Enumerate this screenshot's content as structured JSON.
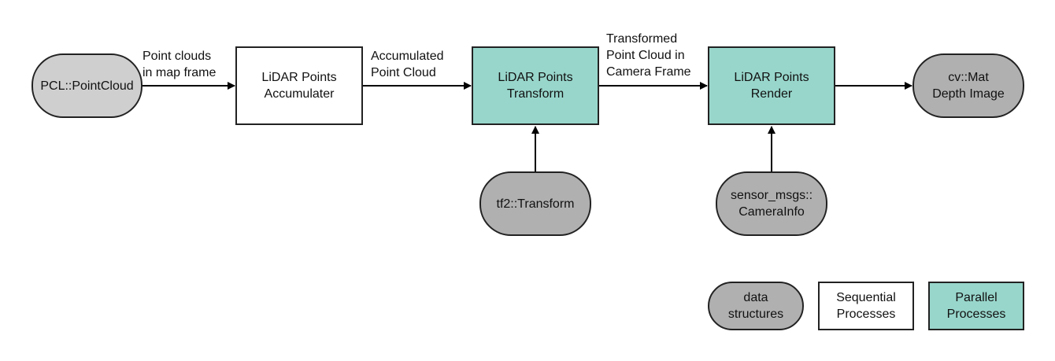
{
  "colors": {
    "data_light": "#cfcfcf",
    "data_dark": "#b0b0b0",
    "sequential": "#ffffff",
    "parallel": "#98d6cb",
    "line": "#000000"
  },
  "nodes": {
    "pcl": "PCL::PointCloud",
    "accumulater": "LiDAR Points\nAccumulater",
    "transform": "LiDAR Points\nTransform",
    "render": "LiDAR Points\nRender",
    "depth": "cv::Mat\nDepth Image",
    "tf2": "tf2::Transform",
    "camerainfo": "sensor_msgs::\nCameraInfo"
  },
  "edges": {
    "pcl_to_acc": "Point clouds\nin map frame",
    "acc_to_transform": "Accumulated\nPoint Cloud",
    "transform_to_render": "Transformed\nPoint Cloud in\nCamera Frame"
  },
  "legend": {
    "data": "data\nstructures",
    "sequential": "Sequential\nProcesses",
    "parallel": "Parallel\nProcesses"
  }
}
